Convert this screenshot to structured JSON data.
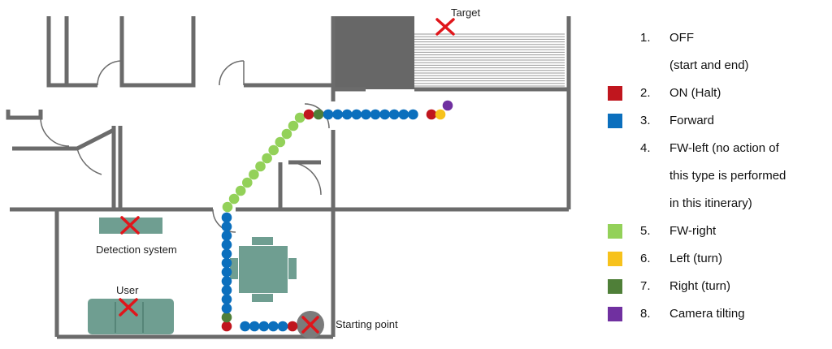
{
  "colors": {
    "on_halt": "#c0161e",
    "forward": "#0b6fbd",
    "fw_right": "#93d159",
    "left_turn": "#f7c21c",
    "right_turn": "#4f7f38",
    "camera_tilting": "#7030a0",
    "wall": "#6b6b6b",
    "furniture": "#6f9e91",
    "marker": "#e0161b"
  },
  "labels": {
    "target": "Target",
    "detection_system": "Detection system",
    "user": "User",
    "starting_point": "Starting point"
  },
  "legend": [
    {
      "num": "1.",
      "text": "OFF",
      "swatch": "",
      "swatch_name": "none"
    },
    {
      "num": "",
      "text": "(start and end)",
      "swatch": "",
      "swatch_name": "none"
    },
    {
      "num": "2.",
      "text": "ON (Halt)",
      "swatch": "#c0161e",
      "swatch_name": "on-halt-swatch"
    },
    {
      "num": "3.",
      "text": "Forward",
      "swatch": "#0b6fbd",
      "swatch_name": "forward-swatch"
    },
    {
      "num": "4.",
      "text": "FW-left  (no  action  of",
      "swatch": "",
      "swatch_name": "none"
    },
    {
      "num": "",
      "text": "this  type  is  performed",
      "swatch": "",
      "swatch_name": "none"
    },
    {
      "num": "",
      "text": "in this itinerary)",
      "swatch": "",
      "swatch_name": "none"
    },
    {
      "num": "5.",
      "text": "FW-right",
      "swatch": "#93d159",
      "swatch_name": "fw-right-swatch"
    },
    {
      "num": "6.",
      "text": "Left (turn)",
      "swatch": "#f7c21c",
      "swatch_name": "left-turn-swatch"
    },
    {
      "num": "7.",
      "text": "Right (turn)",
      "swatch": "#4f7f38",
      "swatch_name": "right-turn-swatch"
    },
    {
      "num": "8.",
      "text": "Camera tilting",
      "swatch": "#7030a0",
      "swatch_name": "camera-tilting-swatch"
    }
  ]
}
